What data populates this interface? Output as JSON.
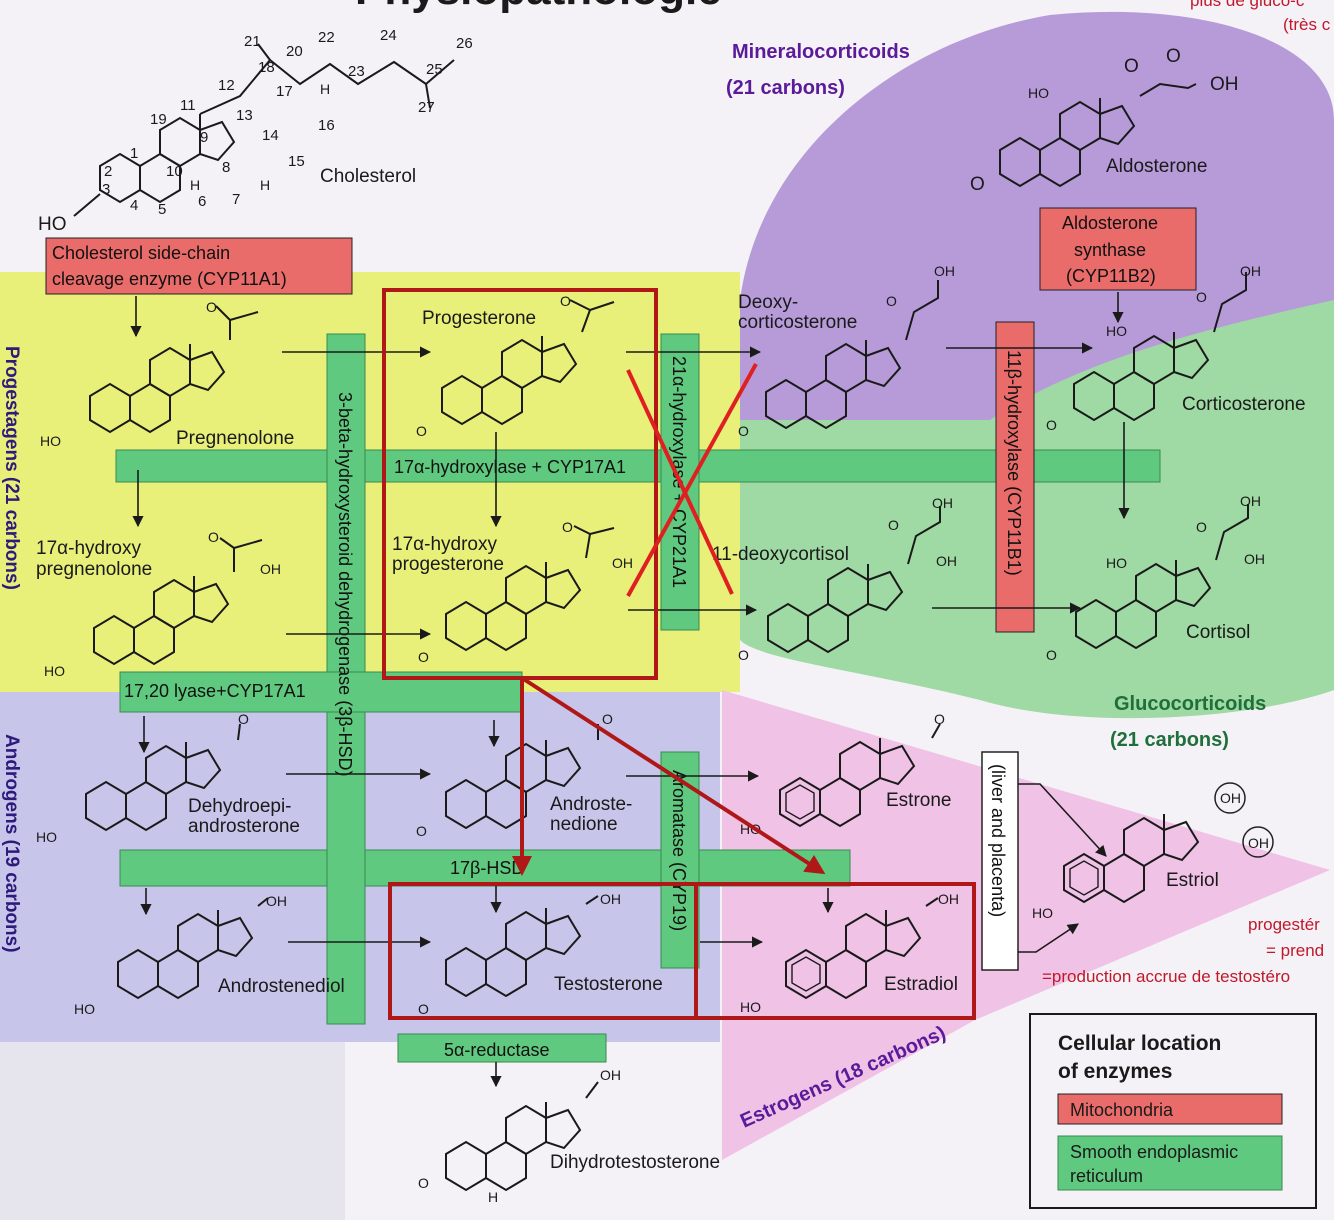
{
  "header": {
    "title_fragment": "Physiopathologie",
    "top_right_note_1": "plus de gluco-c",
    "top_right_note_2": "(très c"
  },
  "groups": {
    "mineralocorticoids": "Mineralocorticoids",
    "mineralocorticoids_carbons": "(21 carbons)",
    "glucocorticoids": "Glucocorticoids",
    "glucocorticoids_carbons": "(21 carbons)",
    "progestagens": "Progestagens (21 carbons)",
    "androgens": "Androgens (19 carbons)",
    "estrogens": "Estrogens (18 carbons)"
  },
  "compounds": {
    "cholesterol": "Cholesterol",
    "pregnenolone": "Pregnenolone",
    "progesterone": "Progesterone",
    "deoxycorticosterone_1": "Deoxy-",
    "deoxycorticosterone_2": "corticosterone",
    "corticosterone": "Corticosterone",
    "aldosterone": "Aldosterone",
    "hydroxypregnenolone_1": "17α-hydroxy",
    "hydroxypregnenolone_2": "pregnenolone",
    "hydroxyprogesterone_1": "17α-hydroxy",
    "hydroxyprogesterone_2": "progesterone",
    "deoxycortisol": "11-deoxycortisol",
    "cortisol": "Cortisol",
    "dhea_1": "Dehydroepi-",
    "dhea_2": "androsterone",
    "androstenedione_1": "Androste-",
    "androstenedione_2": "nedione",
    "estrone": "Estrone",
    "estriol": "Estriol",
    "androstenediol": "Androstenediol",
    "testosterone": "Testosterone",
    "estradiol": "Estradiol",
    "dht": "Dihydrotestosterone"
  },
  "enzymes": {
    "scc_1": "Cholesterol side-chain",
    "scc_2": "cleavage enzyme (CYP11A1)",
    "hsd3b": "3-beta-hydroxysteroid dehydrogenase (3β-HSD)",
    "cyp17_hydroxylase": "17α-hydroxylase + CYP17A1",
    "cyp21": "21α-hydroxylase + CYP21A1",
    "cyp11b1": "11β-hydroxylase (CYP11B1)",
    "aldo_synthase_1": "Aldosterone",
    "aldo_synthase_2": "synthase",
    "aldo_synthase_3": "(CYP11B2)",
    "lyase": "17,20 lyase+CYP17A1",
    "aromatase": "Aromatase (CYP19)",
    "hsd17b": "17β-HSD",
    "reductase": "5α-reductase",
    "liver": "(liver and placenta)"
  },
  "atoms": {
    "ho": "HO",
    "oh": "OH",
    "o": "O",
    "h": "H"
  },
  "carbon_numbers": [
    "1",
    "2",
    "3",
    "4",
    "5",
    "6",
    "7",
    "8",
    "9",
    "10",
    "11",
    "12",
    "13",
    "14",
    "15",
    "16",
    "17",
    "18",
    "19",
    "20",
    "21",
    "22",
    "23",
    "24",
    "25",
    "26",
    "27"
  ],
  "notes": {
    "line_1": "progestér",
    "line_2": "= prend",
    "line_3": "=production accrue de testostéro"
  },
  "legend": {
    "title_1": "Cellular location",
    "title_2": "of enzymes",
    "mito": "Mitochondria",
    "ser_1": "Smooth endoplasmic",
    "ser_2": "reticulum"
  },
  "colors": {
    "mitochondria": "#e96b6a",
    "smooth_er": "#5fc97f",
    "highlight_box": "#b01818",
    "cross": "#e02020",
    "progestagen_bg": "#e8f07a",
    "mineralocorticoid_bg": "#b79bd9",
    "glucocorticoid_bg": "#9fd9a3",
    "androgen_bg": "#c7c6ea",
    "estrogen_bg": "#f0c2e6"
  }
}
